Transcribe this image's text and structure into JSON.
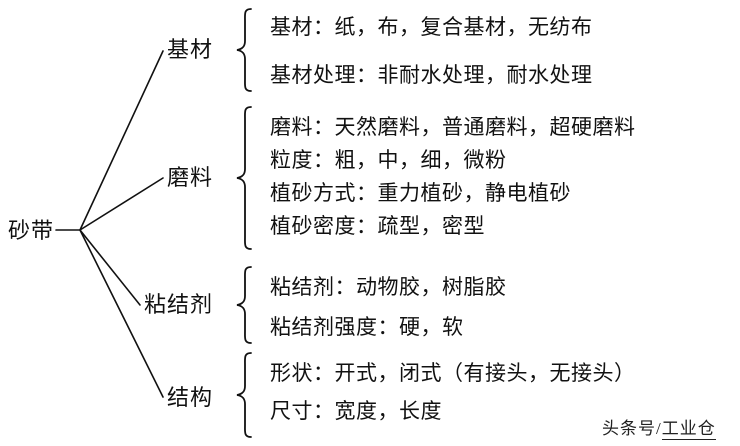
{
  "root": {
    "label": "砂带"
  },
  "groups": [
    {
      "label": "基材",
      "items": [
        "基材：纸，布，复合基材，无纺布",
        "基材处理：非耐水处理，耐水处理"
      ]
    },
    {
      "label": "磨料",
      "items": [
        "磨料：天然磨料，普通磨料，超硬磨料",
        "粒度：粗，中，细，微粉",
        "植砂方式：重力植砂，静电植砂",
        "植砂密度：疏型，密型"
      ]
    },
    {
      "label": "粘结剂",
      "items": [
        "粘结剂：动物胶，树脂胶",
        "粘结剂强度：硬，软"
      ]
    },
    {
      "label": "结构",
      "items": [
        "形状：开式，闭式（有接头，无接头）",
        "尺寸：宽度，长度"
      ]
    }
  ],
  "watermark": {
    "prefix": "头条号/",
    "name": "工业仓"
  },
  "colors": {
    "text": "#111111",
    "background": "#ffffff",
    "watermark": "#222222"
  }
}
